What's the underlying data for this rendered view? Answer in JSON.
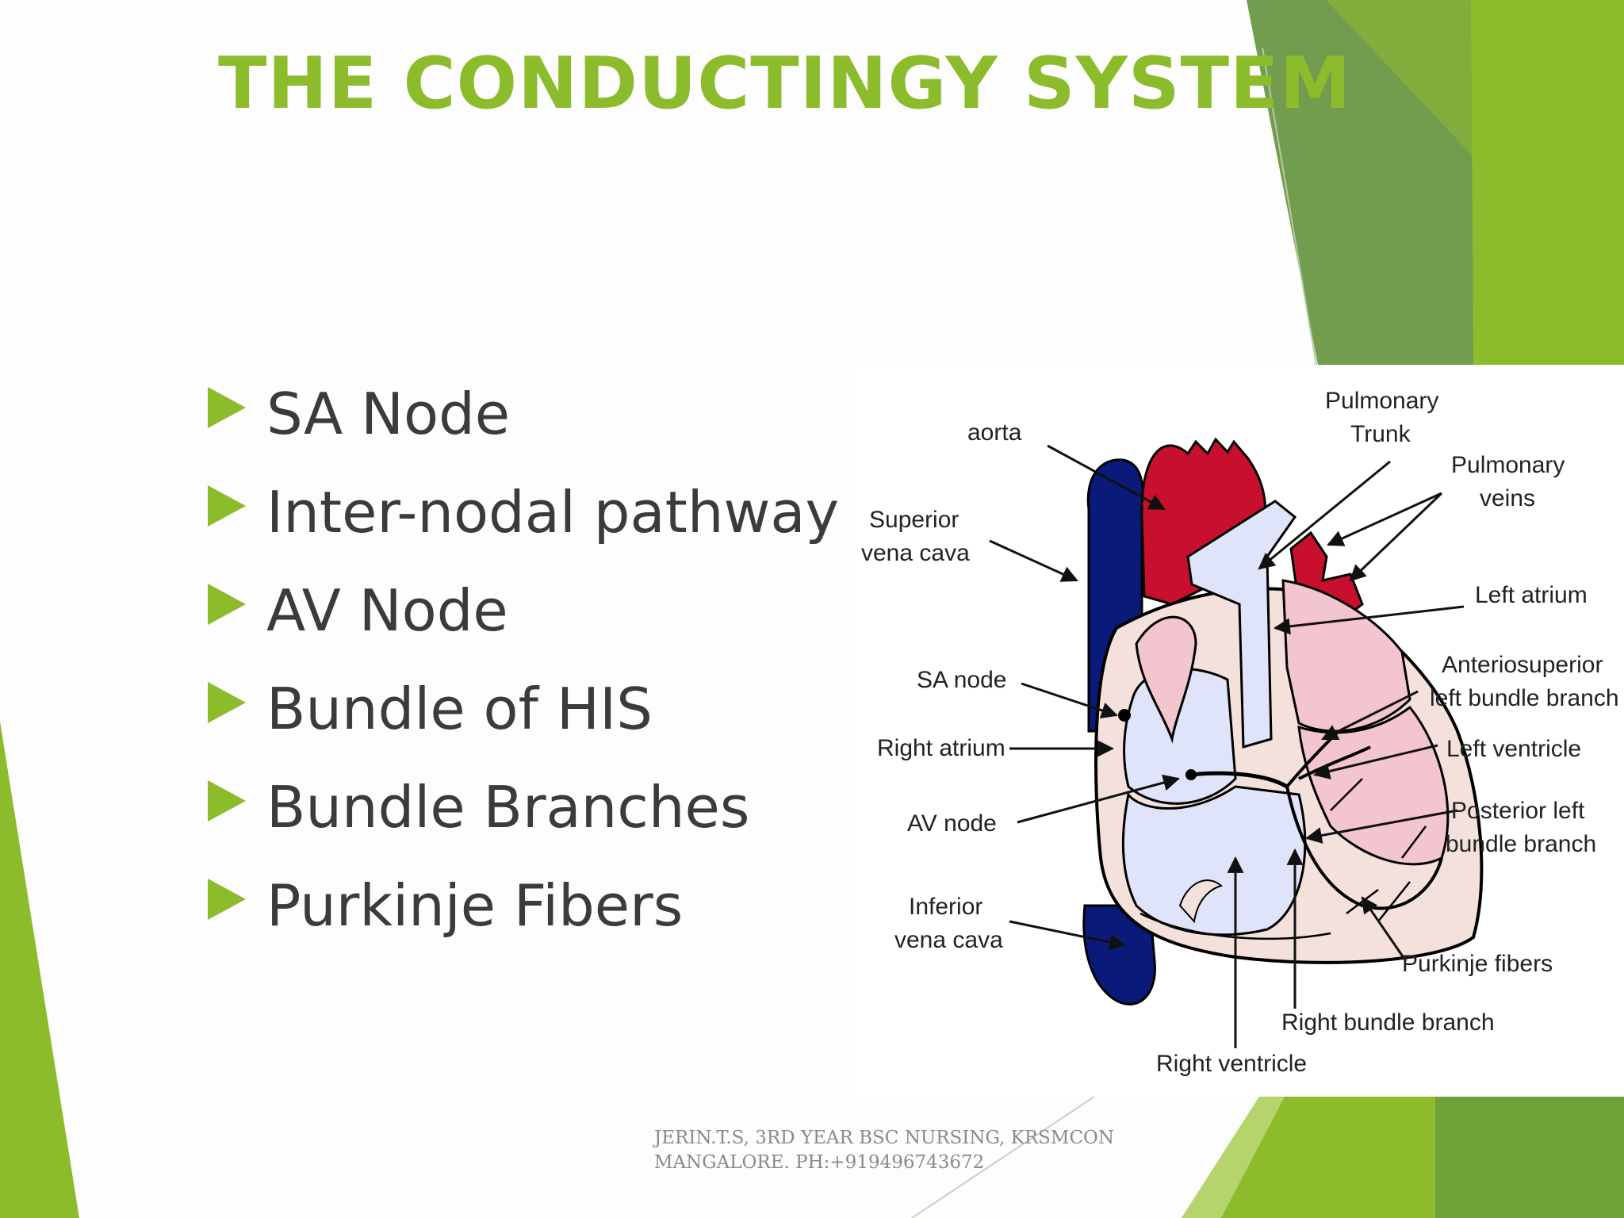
{
  "slide": {
    "title": "THE CONDUCTINGY SYSTEM",
    "bullets": [
      "SA Node",
      "Inter-nodal pathway",
      "AV Node",
      "Bundle of HIS",
      "Bundle Branches",
      "Purkinje Fibers"
    ]
  },
  "diagram": {
    "labels": {
      "aorta": "aorta",
      "pulmonary_trunk_1": "Pulmonary",
      "pulmonary_trunk_2": "Trunk",
      "pulmonary_veins_1": "Pulmonary",
      "pulmonary_veins_2": "veins",
      "superior_vena_cava_1": "Superior",
      "superior_vena_cava_2": "vena cava",
      "left_atrium": "Left atrium",
      "anteriosuperior_1": "Anteriosuperior",
      "anteriosuperior_2": "left bundle branch",
      "sa_node": "SA node",
      "right_atrium": "Right atrium",
      "left_ventricle": "Left ventricle",
      "av_node": "AV node",
      "posterior_left_1": "Posterior left",
      "posterior_left_2": "bundle branch",
      "inferior_vena_cava_1": "Inferior",
      "inferior_vena_cava_2": "vena cava",
      "purkinje_fibers": "Purkinje fibers",
      "right_bundle_branch": "Right bundle branch",
      "right_ventricle": "Right ventricle"
    }
  },
  "footer": {
    "line1": "JERIN.T.S, 3RD YEAR BSC NURSING, KRSMCON",
    "line2": "MANGALORE. PH:+919496743672"
  },
  "colors": {
    "accent_green": "#8cbc2c",
    "dark_green": "#729c4e",
    "aorta_red": "#c8102e",
    "vena_cava_blue": "#0a1a7a",
    "right_chamber": "#dfe4fa",
    "left_chamber": "#f3c5cf"
  }
}
